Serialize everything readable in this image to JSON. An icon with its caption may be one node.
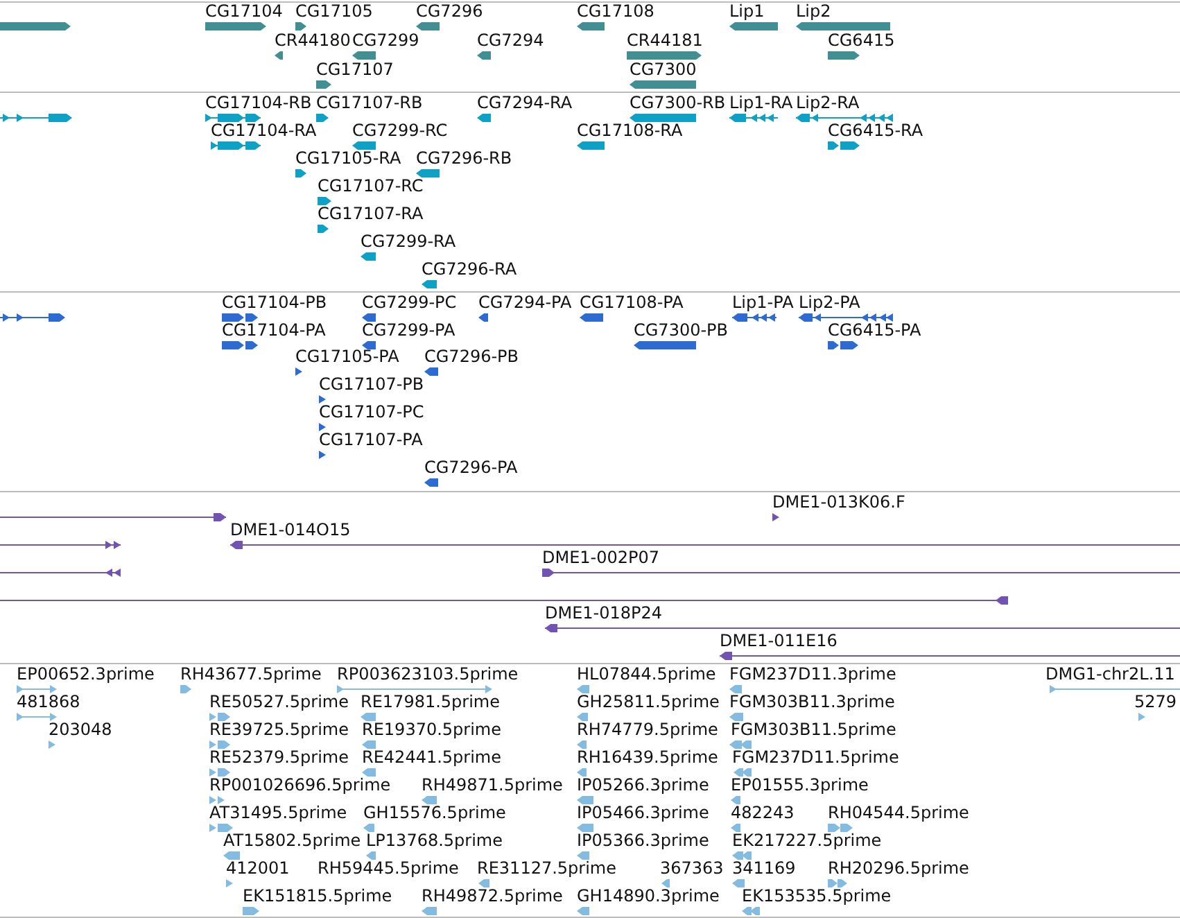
{
  "diagram": {
    "labels": [
      "CG17104",
      "CG17105",
      "CG7296",
      "CG17108",
      "Lip1",
      "Lip2",
      "CR44180",
      "CG7299",
      "CG7294",
      "CR44181",
      "CG6415",
      "CG17107",
      "CG7300",
      "CG17104-RB",
      "CG17107-RB",
      "CG7294-RA",
      "CG7300-RB",
      "Lip1-RA",
      "Lip2-RA",
      "CG17104-RA",
      "CG7299-RC",
      "CG17108-RA",
      "CG6415-RA",
      "CG17105-RA",
      "CG7296-RB",
      "CG17107-RC",
      "CG17107-RA",
      "CG7299-RA",
      "CG7296-RA",
      "CG17104-PB",
      "CG7299-PC",
      "CG7294-PA",
      "CG17108-PA",
      "Lip1-PA",
      "Lip2-PA",
      "CG17104-PA",
      "CG7299-PA",
      "CG7300-PB",
      "CG6415-PA",
      "CG17105-PA",
      "CG7296-PB",
      "CG17107-PB",
      "CG17107-PC",
      "CG17107-PA",
      "CG7296-PA",
      "DME1-013K06.F",
      "DME1-014O15",
      "DME1-002P07",
      "DME1-018P24",
      "DME1-011E16",
      "EP00652.3prime",
      "RH43677.5prime",
      "RP003623103.5prime",
      "HL07844.5prime",
      "FGM237D11.3prime",
      "DMG1-chr2L.11",
      "481868",
      "RE50527.5prime",
      "RE17981.5prime",
      "GH25811.5prime",
      "FGM303B11.3prime",
      "5279",
      "203048",
      "RE39725.5prime",
      "RE19370.5prime",
      "RH74779.5prime",
      "FGM303B11.5prime",
      "RE52379.5prime",
      "RE42441.5prime",
      "RH16439.5prime",
      "FGM237D11.5prime",
      "RP001026696.5prime",
      "RH49871.5prime",
      "IP05266.3prime",
      "EP01555.3prime",
      "AT31495.5prime",
      "GH15576.5prime",
      "IP05466.3prime",
      "482243",
      "RH04544.5prime",
      "AT15802.5prime",
      "LP13768.5prime",
      "IP05366.3prime",
      "EK217227.5prime",
      "412001",
      "RH59445.5prime",
      "RE31127.5prime",
      "367363",
      "341169",
      "RH20296.5prime",
      "EK151815.5prime",
      "RH49872.5prime",
      "GH14890.3prime",
      "EK153535.5prime"
    ]
  }
}
